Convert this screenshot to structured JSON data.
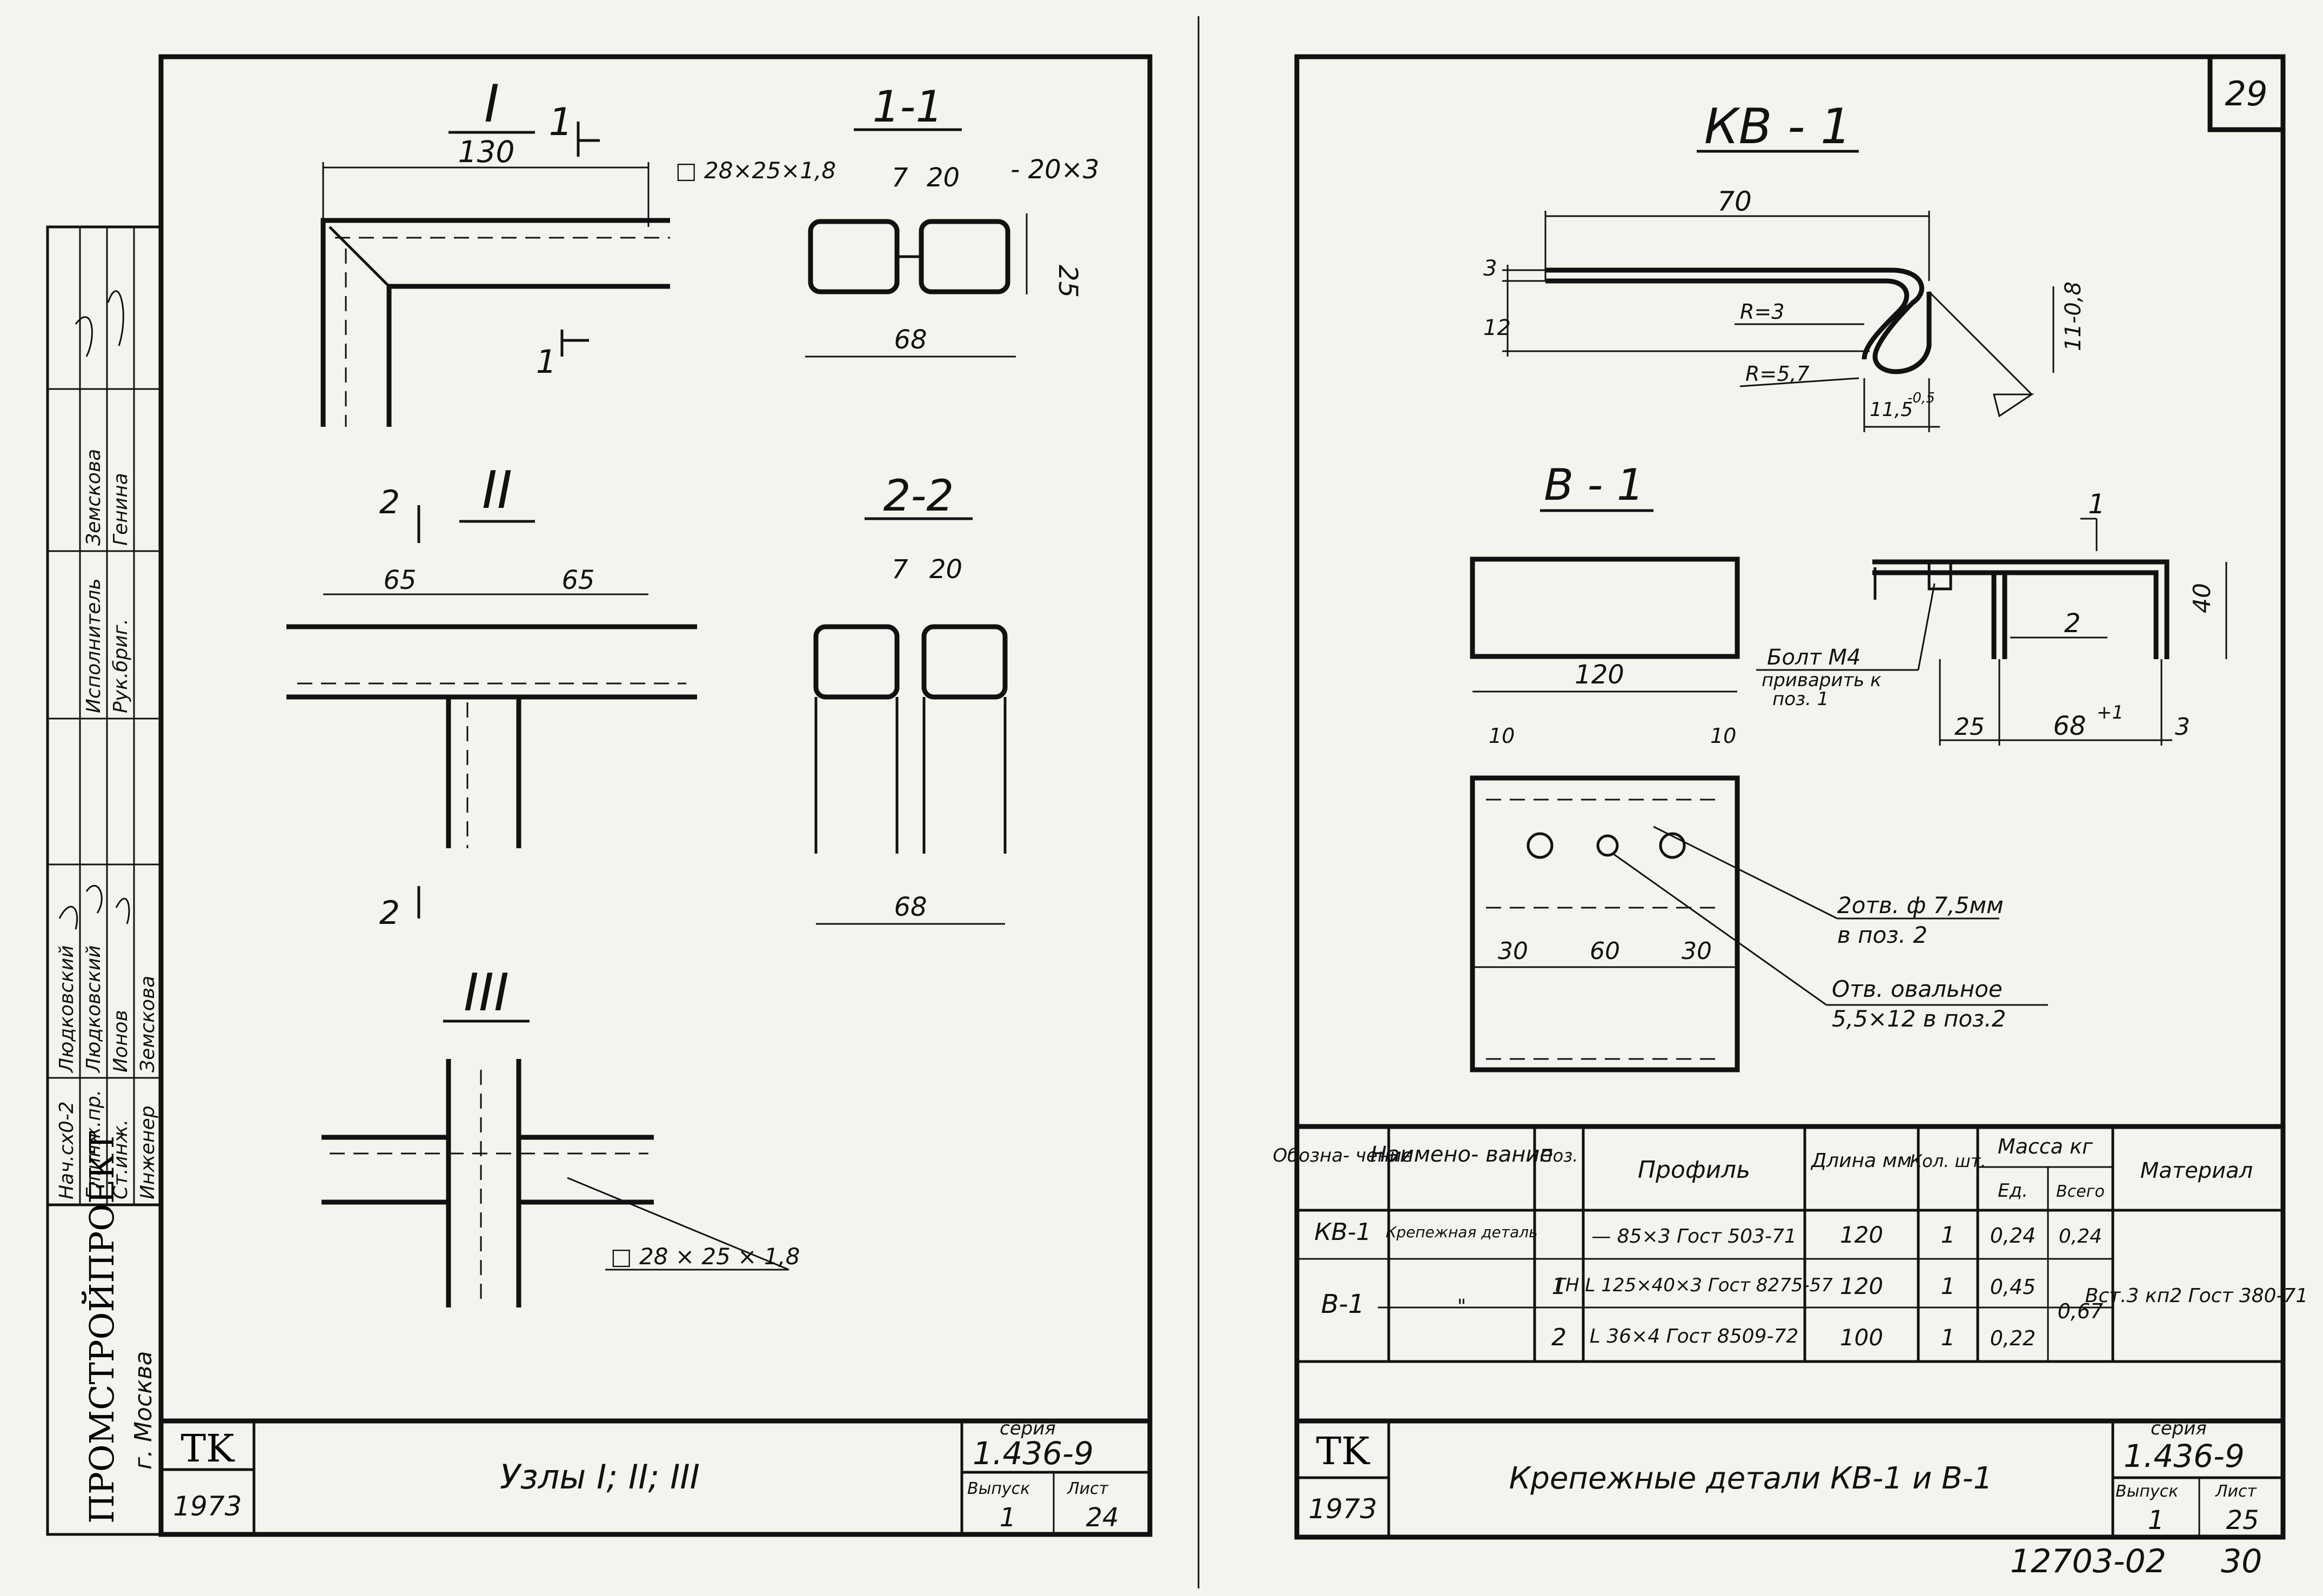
{
  "left_sheet": {
    "views": {
      "node_1": "I",
      "node_2": "II",
      "node_3": "III",
      "section_1": "1-1",
      "section_2": "2-2",
      "cut_1": "1",
      "cut_2": "2"
    },
    "dims": {
      "d130": "130",
      "tube": "□ 28×25×1,8",
      "plate": "- 20×3",
      "d7": "7",
      "d20": "20",
      "d25": "25",
      "d68": "68",
      "d65a": "65",
      "d65b": "65",
      "d7b": "7",
      "d20b": "20",
      "d68b": "68",
      "tube2": "□ 28 × 25 × 1,8"
    },
    "stamp": {
      "rows": [
        {
          "role": "Нач.сх0-2",
          "name": "Людковский"
        },
        {
          "role": "Гл.инж.пр.",
          "name": "Людковский"
        },
        {
          "role": "Ст.инж.",
          "name": "Ионов"
        },
        {
          "role": "Инженер",
          "name": "Земскова"
        }
      ],
      "role_extra": [
        "Исполнитель",
        "Рук.бриг."
      ],
      "name_extra": [
        "Земскова",
        "Генина"
      ],
      "org": "ПРОМСТРОЙПРОЕКТ",
      "city": "г. Москва"
    },
    "title_block": {
      "tk": "TK",
      "year": "1973",
      "title": "Узлы   I; II; III",
      "series_label": "серия",
      "series": "1.436-9",
      "issue_label": "Выпуск",
      "issue": "1",
      "sheet_label": "Лист",
      "sheet": "24"
    }
  },
  "right_sheet": {
    "page_number": "29",
    "views": {
      "kv1": "КВ - 1",
      "v1": "В - 1",
      "pos1": "1",
      "pos2": "2"
    },
    "dims": {
      "d70": "70",
      "d3": "3",
      "d12": "12",
      "r3": "R=3",
      "r57": "R=5,7",
      "d115": "11,5",
      "tol115": "-0,5",
      "d11": "11-0,8",
      "d120": "120",
      "d10a": "10",
      "d10b": "10",
      "d30a": "30",
      "d60": "60",
      "d30b": "30",
      "d40": "40",
      "d25": "25",
      "d68": "68",
      "tol68": "+1",
      "d3b": "3",
      "bolt_1": "Болт М4",
      "bolt_2": "приварить к",
      "bolt_3": "поз. 1",
      "holes_1": "2отв. ф 7,5мм",
      "holes_2": "в поз. 2",
      "oval_1": "Отв. овальное",
      "oval_2": "5,5×12  в поз.2"
    },
    "table": {
      "headers": {
        "designation": "Обозна- чение",
        "name": "Наимено- вание",
        "pos": "Поз.",
        "profile": "Профиль",
        "length": "Длина мм",
        "qty": "Кол. шт.",
        "mass": "Масса кг",
        "mass_unit": "Ед.",
        "mass_total": "Всего",
        "material": "Материал"
      },
      "rows": [
        {
          "designation": "КВ-1",
          "name": "Крепежная деталь",
          "pos": "",
          "profile": "— 85×3 Гост 503-71",
          "length": "120",
          "qty": "1",
          "mass_unit": "0,24",
          "mass_total": "0,24"
        },
        {
          "designation": "В-1",
          "name": "——\"——",
          "pos": "1",
          "profile": "ГН L 125×40×3 Гост 8275-57",
          "length": "120",
          "qty": "1",
          "mass_unit": "0,45",
          "mass_total": "0,67"
        },
        {
          "designation": "",
          "name": "",
          "pos": "2",
          "profile": "L 36×4 Гост 8509-72",
          "length": "100",
          "qty": "1",
          "mass_unit": "0,22",
          "mass_total": ""
        }
      ],
      "material": "Вст.3 кп2 Гост 380-71"
    },
    "title_block": {
      "tk": "TK",
      "year": "1973",
      "title": "Крепежные детали  КВ-1 и В-1",
      "series_label": "серия",
      "series": "1.436-9",
      "issue_label": "Выпуск",
      "issue": "1",
      "sheet_label": "Лист",
      "sheet": "25"
    },
    "archive_number": "12703-02",
    "archive_page": "30"
  }
}
